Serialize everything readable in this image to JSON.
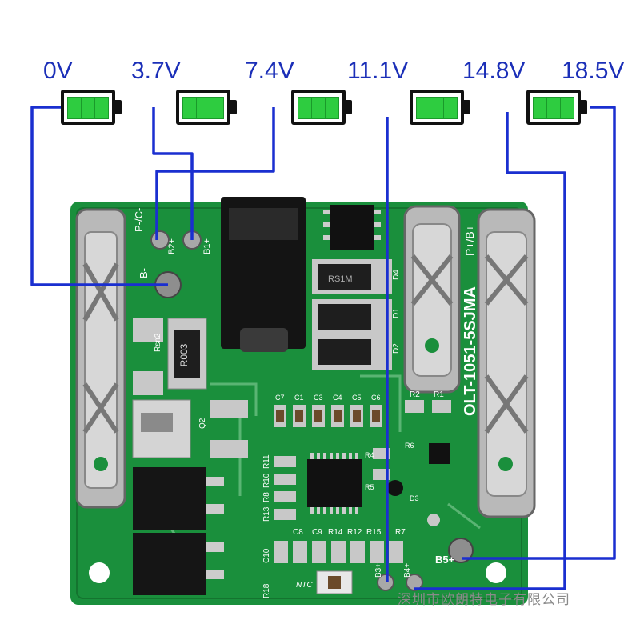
{
  "voltages": [
    "0V",
    "3.7V",
    "7.4V",
    "11.1V",
    "14.8V",
    "18.5V"
  ],
  "colors": {
    "wire": "#1a2fd0",
    "pcb": "#1a8f3c",
    "battery_fill": "#2ecc40",
    "label": "#1b2fb8"
  },
  "pcb": {
    "model": "OLT-1051-5SJMA",
    "pad_labels": {
      "pc": "P-/C-",
      "b2": "B2+",
      "b1": "B1+",
      "bminus": "B-",
      "pplus": "P+/B+",
      "b5": "B5+",
      "b4": "B4+",
      "b3": "B3+",
      "ntc": "NTC"
    },
    "resistor_marking": "R003",
    "component_labels": {
      "rsn2": "Rsn2",
      "q2": "Q2",
      "d4": "D4",
      "d1": "D1",
      "d2": "D2",
      "r2": "R2",
      "r1": "R1",
      "c7": "C7",
      "c1": "C1",
      "c3": "C3",
      "c4": "C4",
      "c5": "C5",
      "c6": "C6",
      "r11": "R11",
      "r10": "R10",
      "r8": "R8",
      "r13": "R13",
      "r4": "R4",
      "r5": "R5",
      "c8": "C8",
      "c9": "C9",
      "r14": "R14",
      "r12": "R12",
      "r15": "R15",
      "r7": "R7",
      "c10": "C10",
      "r18": "R18",
      "d3": "D3",
      "r6": "R6"
    }
  },
  "watermark": "深圳市欧朗特电子有限公司"
}
